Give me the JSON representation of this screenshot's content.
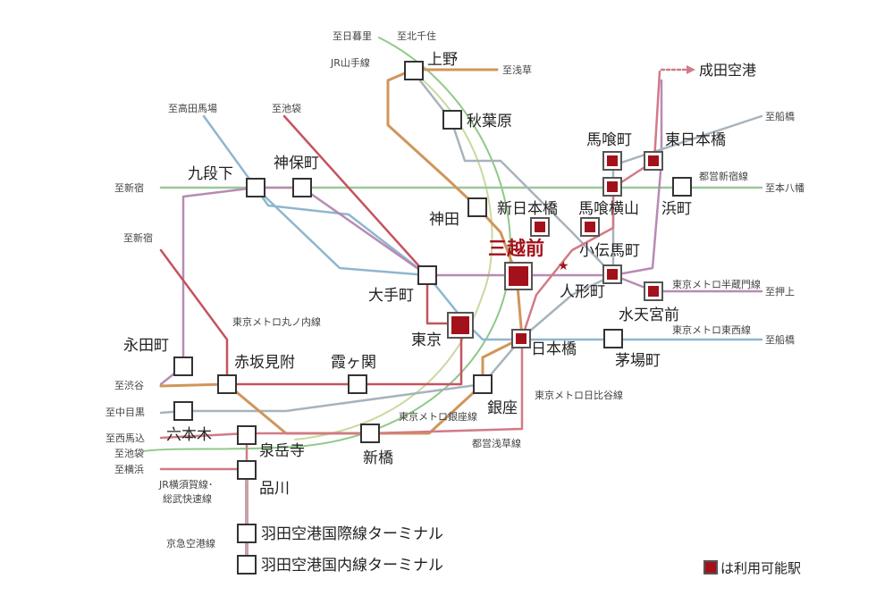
{
  "colors": {
    "jr_yamanote": "#8fc98a",
    "jr_yamanote_inner": "#c8d9a0",
    "ginza": "#d1955a",
    "marunouchi": "#c5535f",
    "hanzomon": "#b78bb4",
    "tozai": "#8fb6cf",
    "hibiya": "#a7b3bc",
    "shinjuku": "#9cc79a",
    "asakusa": "#d27a86",
    "keikyu": "#c9a0a8",
    "available_fill": "#a3111b",
    "available_border": "#555555",
    "normal_border": "#333333"
  },
  "stations": {
    "ueno": "上野",
    "akihabara": "秋葉原",
    "kanda": "神田",
    "shin_nihombashi": "新日本橋",
    "mitsukoshimae": "三越前",
    "bakurocho": "馬喰町",
    "higashi_nihombashi": "東日本橋",
    "bakuro_yokoyama": "馬喰横山",
    "hamacho": "浜町",
    "kodemmacho": "小伝馬町",
    "ningyocho": "人形町",
    "suitengumae": "水天宮前",
    "otemachi": "大手町",
    "tokyo": "東京",
    "nihombashi": "日本橋",
    "kayabacho": "茅場町",
    "kudanshita": "九段下",
    "jimbocho": "神保町",
    "nagatacho": "永田町",
    "akasaka_mitsuke": "赤坂見附",
    "kasumigaseki": "霞ヶ関",
    "ginza": "銀座",
    "shimbashi": "新橋",
    "roppongi": "六本木",
    "sengakuji": "泉岳寺",
    "shinagawa": "品川",
    "haneda_intl": "羽田空港国際線ターミナル",
    "haneda_dom": "羽田空港国内線ターミナル"
  },
  "directions": {
    "nippori": "至日暮里",
    "kitasenju": "至北千住",
    "asakusa": "至浅草",
    "narita": "成田空港",
    "funabashi_top": "至船橋",
    "takadanobaba": "至高田馬場",
    "ikebukuro_top": "至池袋",
    "shinjuku_left": "至新宿",
    "motoyawata": "至本八幡",
    "shinjuku_mid": "至新宿",
    "oshiage": "至押上",
    "funabashi_mid": "至船橋",
    "shibuya": "至渋谷",
    "nakameguro": "至中目黒",
    "nishimagome": "至西馬込",
    "ikebukuro_bottom": "至池袋",
    "yokohama": "至横浜"
  },
  "lines": {
    "yamanote": "JR山手線",
    "toei_shinjuku": "都営新宿線",
    "marunouchi": "東京メトロ丸ノ内線",
    "hanzomon": "東京メトロ半蔵門線",
    "tozai": "東京メトロ東西線",
    "hibiya": "東京メトロ日比谷線",
    "ginza": "東京メトロ銀座線",
    "toei_asakusa": "都営浅草線",
    "yokosuka_1": "JR横須賀線･",
    "yokosuka_2": "総武快速線",
    "keikyu": "京急空港線"
  },
  "legend": {
    "text": "は利用可能駅"
  },
  "map_marker": "★"
}
